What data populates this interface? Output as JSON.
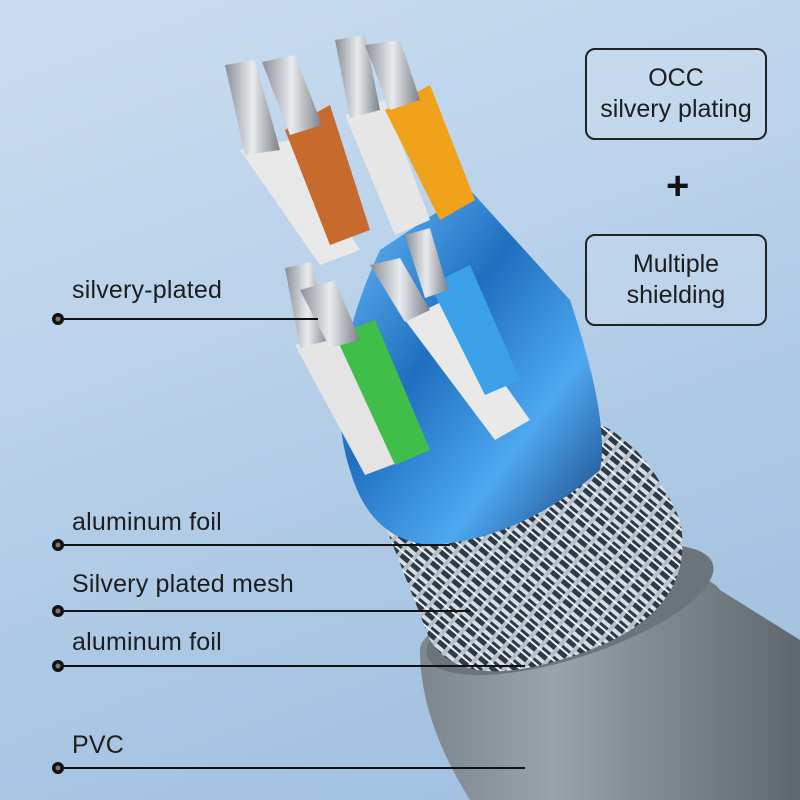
{
  "callouts": [
    {
      "label": "silvery-plated"
    },
    {
      "label": "aluminum foil"
    },
    {
      "label": "Silvery plated mesh"
    },
    {
      "label": "aluminum foil"
    },
    {
      "label": "PVC"
    }
  ],
  "features": {
    "box1": {
      "line1": "OCC",
      "line2": "silvery plating"
    },
    "plus": "+",
    "box2": {
      "line1": "Multiple",
      "line2": "shielding"
    }
  },
  "colors": {
    "background": "#b9d1ea",
    "jacket": "#8b939b",
    "shield_foil": "#2f86d3",
    "wire_orange": "#c76a2e",
    "wire_yellow": "#f0a21a",
    "wire_green": "#3fbf4a",
    "wire_blue": "#3aa0e8",
    "wire_white": "#e8e8e8"
  }
}
